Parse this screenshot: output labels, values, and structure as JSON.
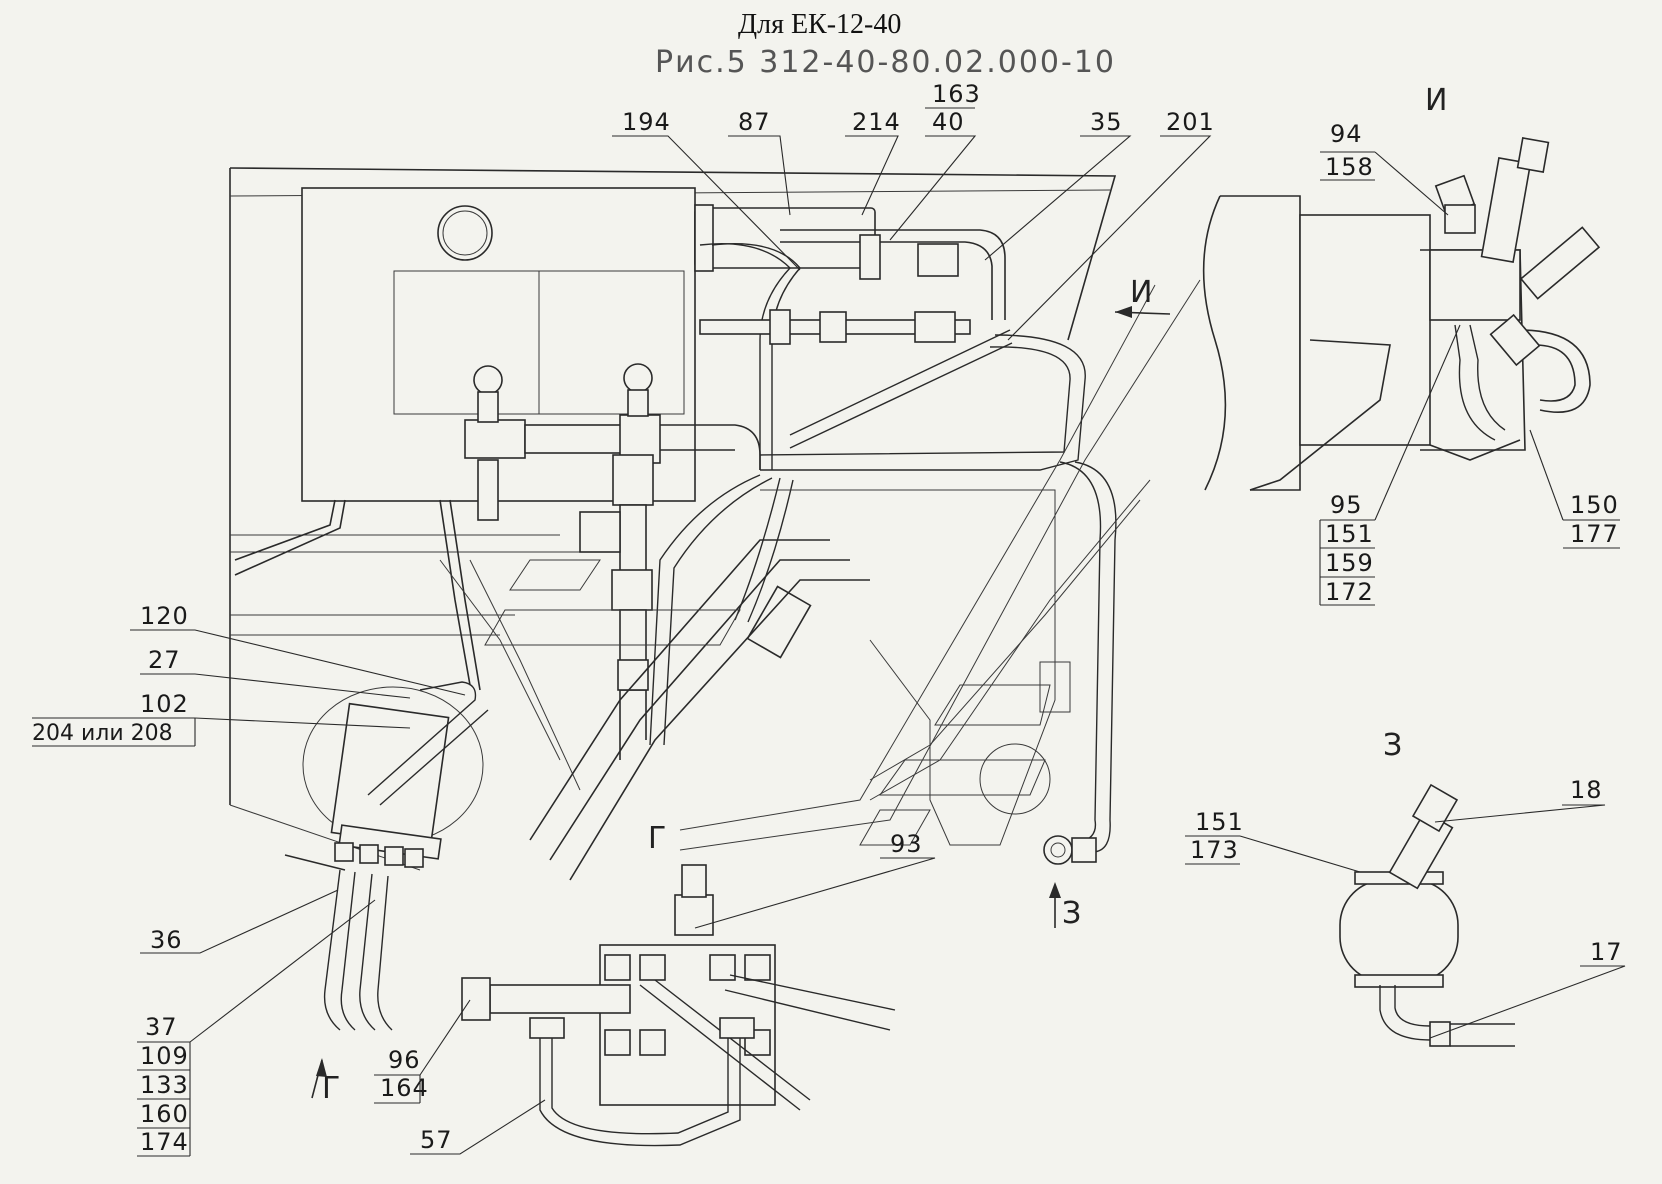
{
  "title": "Для ЕК-12-40",
  "subtitle": "Рис.5   312-40-80.02.000-10",
  "views": {
    "view_I_label": "И",
    "view_I_arrow": "И",
    "view_Z_label": "З",
    "view_Z_arrow": "З",
    "view_G_arrow": "Г",
    "view_G_mark": "Г"
  },
  "callouts": {
    "c194": "194",
    "c87": "87",
    "c214": "214",
    "c163": "163",
    "c40": "40",
    "c35": "35",
    "c201": "201",
    "c94": "94",
    "c158": "158",
    "c95": "95",
    "c151a": "151",
    "c159": "159",
    "c172": "172",
    "c150": "150",
    "c177": "177",
    "c120": "120",
    "c27": "27",
    "c102": "102",
    "c204": "204 или 208",
    "c36": "36",
    "c37": "37",
    "c109": "109",
    "c133": "133",
    "c160": "160",
    "c174": "174",
    "c93": "93",
    "c96": "96",
    "c164": "164",
    "c57": "57",
    "c18": "18",
    "c151b": "151",
    "c173": "173",
    "c17": "17"
  }
}
